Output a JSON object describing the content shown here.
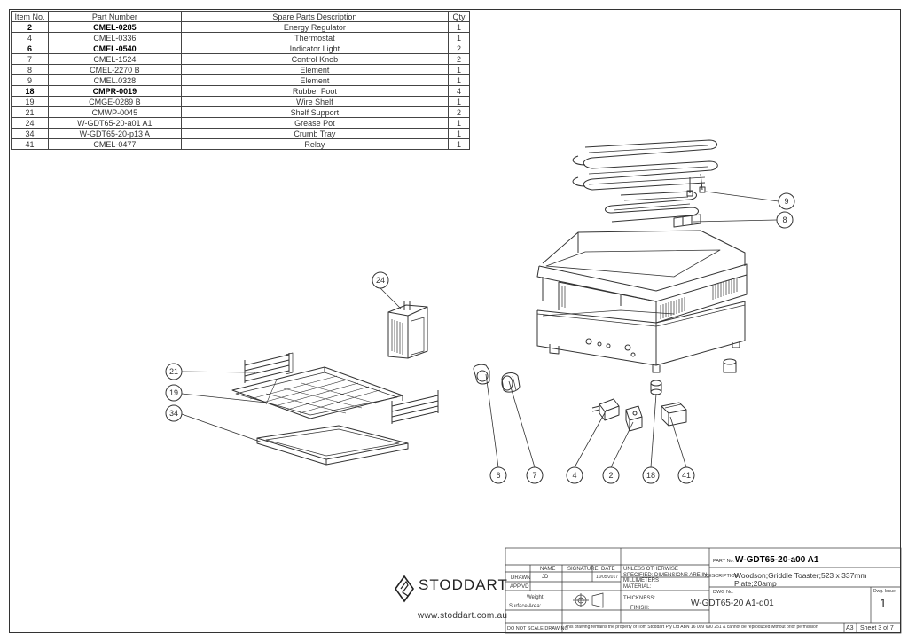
{
  "parts_table": {
    "headers": [
      "Item No.",
      "Part Number",
      "Spare Parts Description",
      "Qty"
    ],
    "rows": [
      {
        "item": "2",
        "part": "CMEL-0285",
        "desc": "Energy Regulator",
        "qty": "1",
        "bold": true
      },
      {
        "item": "4",
        "part": "CMEL-0336",
        "desc": "Thermostat",
        "qty": "1",
        "bold": false
      },
      {
        "item": "6",
        "part": "CMEL-0540",
        "desc": "Indicator Light",
        "qty": "2",
        "bold": true
      },
      {
        "item": "7",
        "part": "CMEL-1524",
        "desc": "Control Knob",
        "qty": "2",
        "bold": false
      },
      {
        "item": "8",
        "part": "CMEL-2270 B",
        "desc": "Element",
        "qty": "1",
        "bold": false
      },
      {
        "item": "9",
        "part": "CMEL.0328",
        "desc": "Element",
        "qty": "1",
        "bold": false
      },
      {
        "item": "18",
        "part": "CMPR-0019",
        "desc": "Rubber Foot",
        "qty": "4",
        "bold": true
      },
      {
        "item": "19",
        "part": "CMGE-0289 B",
        "desc": "Wire Shelf",
        "qty": "1",
        "bold": false
      },
      {
        "item": "21",
        "part": "CMWP-0045",
        "desc": "Shelf Support",
        "qty": "2",
        "bold": false
      },
      {
        "item": "24",
        "part": "W-GDT65-20-a01 A1",
        "desc": "Grease Pot",
        "qty": "1",
        "bold": false
      },
      {
        "item": "34",
        "part": "W-GDT65-20-p13 A",
        "desc": "Crumb Tray",
        "qty": "1",
        "bold": false
      },
      {
        "item": "41",
        "part": "CMEL-0477",
        "desc": "Relay",
        "qty": "1",
        "bold": false
      }
    ]
  },
  "callouts": {
    "c9": "9",
    "c8": "8",
    "c24": "24",
    "c21": "21",
    "c19": "19",
    "c34": "34",
    "c6": "6",
    "c7": "7",
    "c4": "4",
    "c2": "2",
    "c18": "18",
    "c41": "41"
  },
  "title_block": {
    "brand": "STODDART",
    "website": "www.stoddart.com.au",
    "col_name": "NAME",
    "col_signature": "SIGNATURE",
    "col_date": "DATE",
    "drawn_label": "DRAWN",
    "drawn_name": "JD",
    "drawn_date": "10/05/2017",
    "appvd_label": "APP'VD",
    "weight_label": "Weight:",
    "surface_label": "Surface Area:",
    "tolerance_note": "UNLESS OTHERWISE SPECIFIED: DIMENSIONS ARE IN MILLIMETERS",
    "material_label": "MATERIAL:",
    "thickness_label": "THICKNESS:",
    "finish_label": "FINISH:",
    "part_no_label": "PART No:",
    "part_no": "W-GDT65-20-a00 A1",
    "description_label": "DESCRIPTION:",
    "description": "Woodson;Griddle Toaster;523 x 337mm Plate;20amp",
    "dwg_no_label": "DWG No:",
    "dwg_no": "W-GDT65-20 A1-d01",
    "dwg_issue_label": "Dwg. Issue",
    "dwg_issue": "1",
    "no_scale": "DO NOT SCALE DRAWING",
    "property_note": "This drawing remains the property of Tom Stoddart Pty Ltd ABN 16 009 690 251 & cannot be reproduced without prior permission",
    "sheet_size": "A3",
    "sheet": "Sheet 3 of 7"
  },
  "colors": {
    "line": "#333333",
    "background": "#ffffff"
  }
}
